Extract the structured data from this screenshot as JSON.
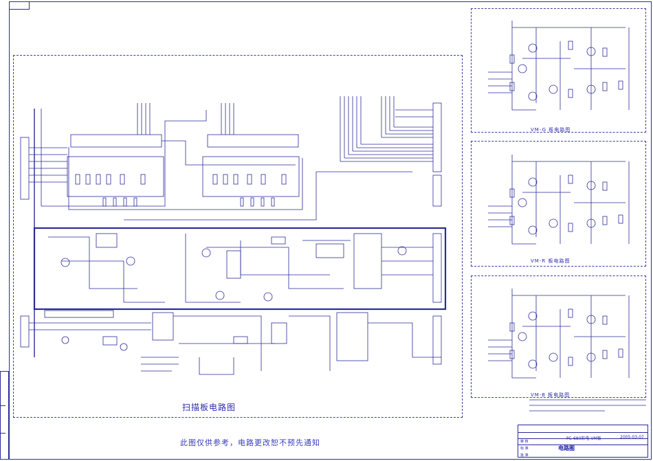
{
  "sheet": {
    "main_title": "扫描板电路图",
    "notice": "此图仅供参考，电路更改恕不预先通知",
    "panels": [
      {
        "label": "VM-G 板电路图"
      },
      {
        "label": "VM-R 板电路图"
      },
      {
        "label": "VM-B 板电路图"
      }
    ]
  },
  "title_block": {
    "drawing_title": "电路图",
    "model": "PC-680彩电 VM板",
    "date": "2005-03-07",
    "left_labels": [
      "审 核",
      "标 准",
      "批 准"
    ]
  },
  "colors": {
    "line": "#2a2a9a",
    "text": "#2a2ab0",
    "background": "#ffffff"
  }
}
